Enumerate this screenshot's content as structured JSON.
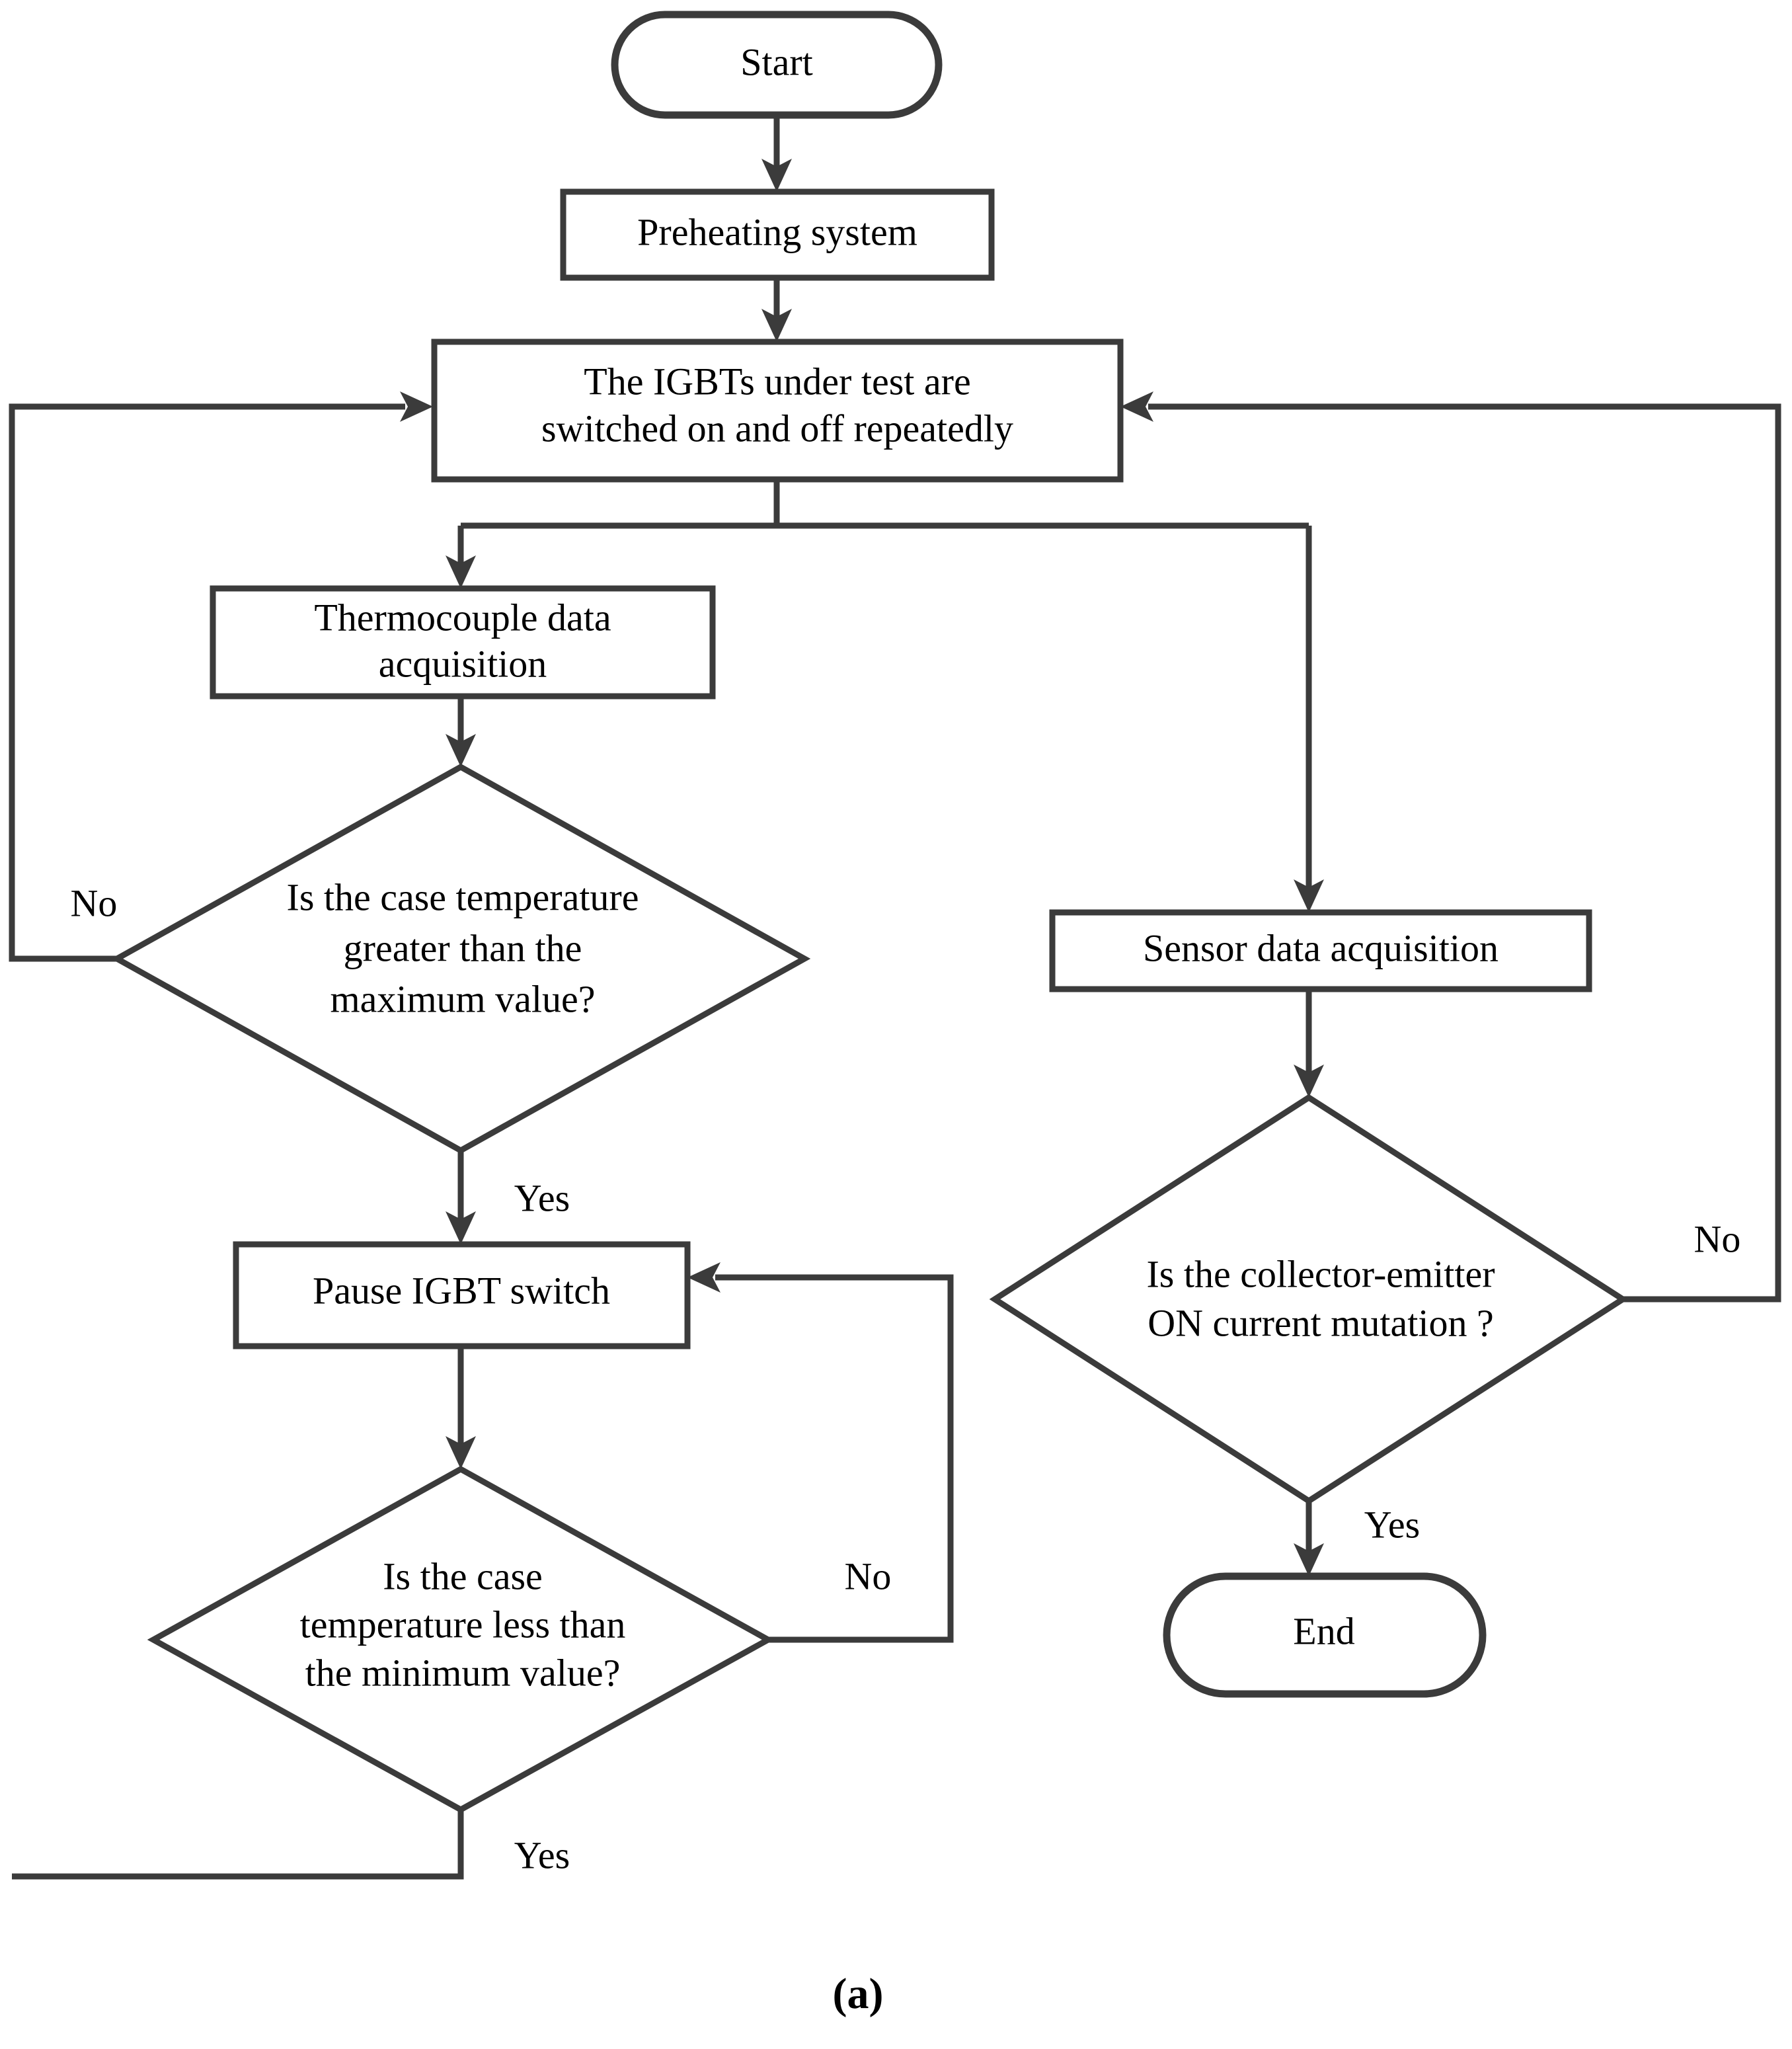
{
  "figure": {
    "caption": "(a)",
    "type": "flowchart",
    "line_color": "#3b3b3b",
    "text_color": "#000000",
    "background_color": "#ffffff"
  },
  "nodes": {
    "start": {
      "shape": "terminal",
      "label": "Start"
    },
    "preheating": {
      "shape": "process",
      "label": "Preheating system"
    },
    "igbt_switching": {
      "shape": "process",
      "label_line1": "The IGBTs under test are",
      "label_line2": "switched on and off repeatedly"
    },
    "thermocouple": {
      "shape": "process",
      "label_line1": "Thermocouple data",
      "label_line2": "acquisition"
    },
    "case_temp_max": {
      "shape": "decision",
      "label_line1": "Is the case temperature",
      "label_line2": "greater than the",
      "label_line3": "maximum value?"
    },
    "sensor": {
      "shape": "process",
      "label": "Sensor data acquisition"
    },
    "collector_emitter": {
      "shape": "decision",
      "label_line1": "Is the collector-emitter",
      "label_line2": "ON current mutation ?"
    },
    "pause_igbt": {
      "shape": "process",
      "label": "Pause IGBT switch"
    },
    "case_temp_min": {
      "shape": "decision",
      "label_line1": "Is the case",
      "label_line2": "temperature less than",
      "label_line3": "the minimum value?"
    },
    "end": {
      "shape": "terminal",
      "label": "End"
    }
  },
  "edge_labels": {
    "case_temp_max_no": "No",
    "case_temp_max_yes": "Yes",
    "collector_emitter_no": "No",
    "collector_emitter_yes": "Yes",
    "case_temp_min_no": "No",
    "case_temp_min_yes": "Yes"
  },
  "flow": [
    {
      "from": "start",
      "to": "preheating",
      "label": ""
    },
    {
      "from": "preheating",
      "to": "igbt_switching",
      "label": ""
    },
    {
      "from": "igbt_switching",
      "to": "thermocouple",
      "label": ""
    },
    {
      "from": "igbt_switching",
      "to": "sensor",
      "label": ""
    },
    {
      "from": "thermocouple",
      "to": "case_temp_max",
      "label": ""
    },
    {
      "from": "case_temp_max",
      "to": "igbt_switching",
      "label": "No"
    },
    {
      "from": "case_temp_max",
      "to": "pause_igbt",
      "label": "Yes"
    },
    {
      "from": "sensor",
      "to": "collector_emitter",
      "label": ""
    },
    {
      "from": "collector_emitter",
      "to": "igbt_switching",
      "label": "No"
    },
    {
      "from": "collector_emitter",
      "to": "end",
      "label": "Yes"
    },
    {
      "from": "pause_igbt",
      "to": "case_temp_min",
      "label": ""
    },
    {
      "from": "case_temp_min",
      "to": "pause_igbt",
      "label": "No"
    },
    {
      "from": "case_temp_min",
      "to": "igbt_switching",
      "label": "Yes"
    }
  ]
}
